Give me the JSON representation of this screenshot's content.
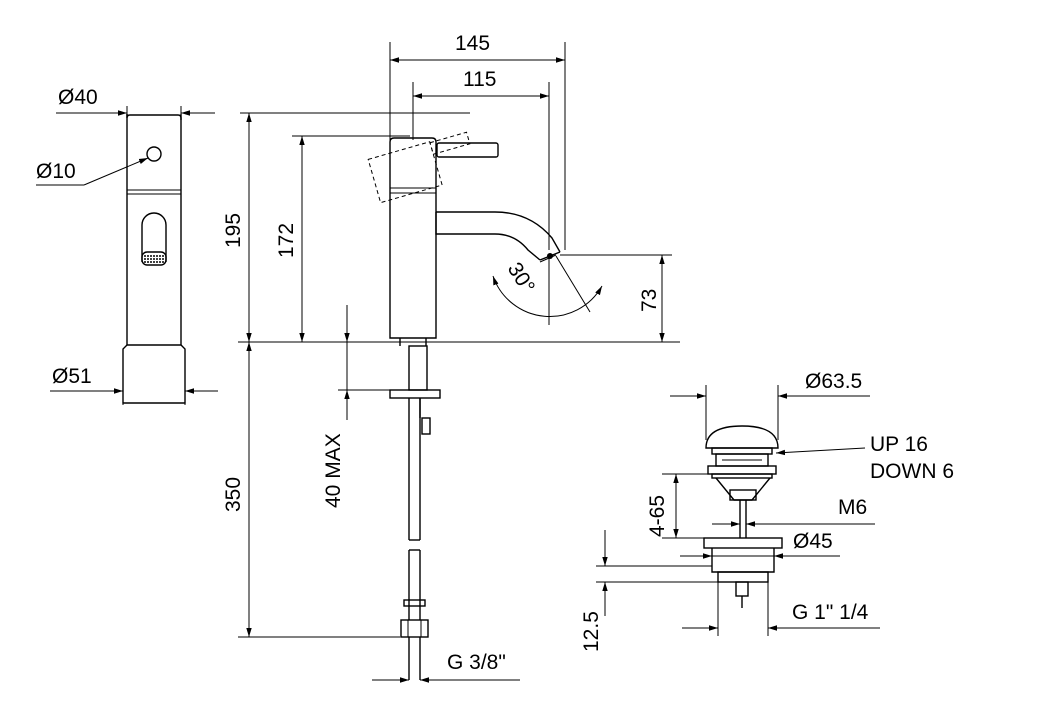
{
  "dimensions": {
    "width_145": "145",
    "width_115": "115",
    "diam_40": "Ø40",
    "diam_10": "Ø10",
    "diam_51": "Ø51",
    "height_195": "195",
    "height_172": "172",
    "height_73": "73",
    "angle_30": "30°",
    "max_40": "40 MAX",
    "length_350": "350",
    "thread_g38": "G 3/8\"",
    "diam_63_5": "Ø63.5",
    "up_16": "UP 16",
    "down_6": "DOWN 6",
    "range_4_65": "4-65",
    "m6": "M6",
    "diam_45": "Ø45",
    "len_12_5": "12.5",
    "thread_g114": "G 1\" 1/4"
  }
}
